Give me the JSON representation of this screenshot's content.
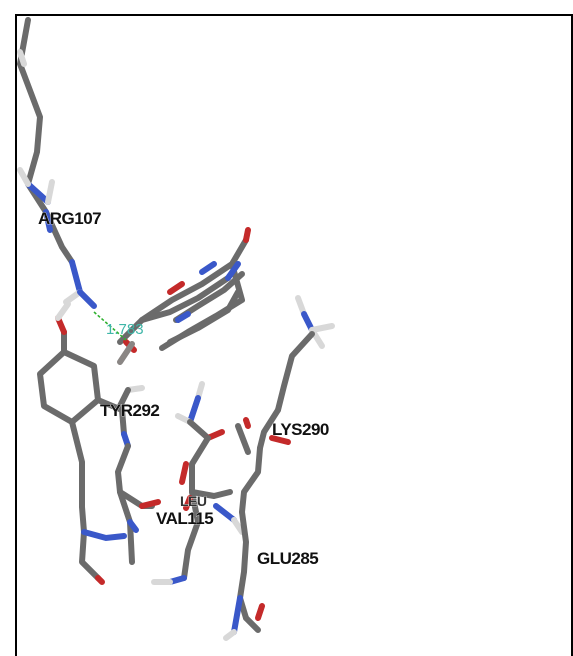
{
  "residues": [
    {
      "id": "arg",
      "label": "ARG107"
    },
    {
      "id": "tyr",
      "label": "TYR292"
    },
    {
      "id": "lys",
      "label": "LYS290"
    },
    {
      "id": "val",
      "label": "VAL115"
    },
    {
      "id": "glu",
      "label": "GLU285"
    },
    {
      "id": "occluded",
      "label": "LEU"
    }
  ],
  "hbond": {
    "distance_label": "1.783"
  },
  "colors": {
    "carbon": "#6b6b6b",
    "nitrogen": "#3a58c9",
    "oxygen": "#c42a2a",
    "hydrogen": "#d8d8d8",
    "hbond": "#2fb12f",
    "hbond_label": "#3fb6a8"
  }
}
